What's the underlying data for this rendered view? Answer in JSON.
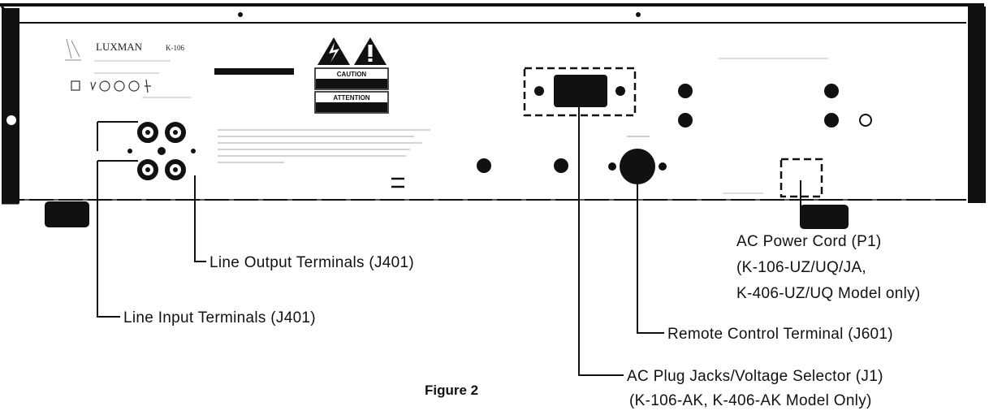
{
  "device": {
    "brand": "LUXMAN",
    "model": "K-106",
    "caution": "CAUTION",
    "attention": "ATTENTION"
  },
  "labels": {
    "line_output": "Line Output Terminals (J401)",
    "line_input": "Line Input Terminals (J401)",
    "ac_power_cord_1": "AC Power Cord (P1)",
    "ac_power_cord_2": "(K-106-UZ/UQ/JA,",
    "ac_power_cord_3": "K-406-UZ/UQ Model only)",
    "remote_control": "Remote Control Terminal (J601)",
    "ac_plug_1": "AC Plug Jacks/Voltage Selector (J1)",
    "ac_plug_2": "(K-106-AK, K-406-AK Model Only)"
  },
  "caption": "Figure 2"
}
